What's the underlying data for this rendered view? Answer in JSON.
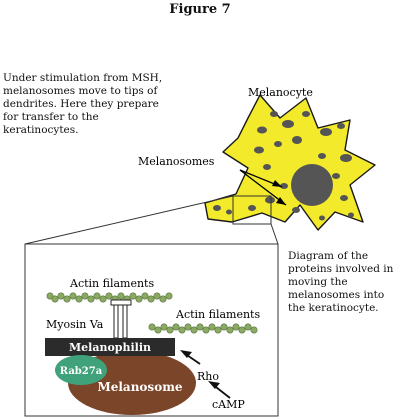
{
  "figure": {
    "title": "Figure 7",
    "intro_text": "Under stimulation from MSH, melanosomes move to tips of dendrites. Here they prepare for transfer to the keratinocytes.",
    "caption": "Diagram of the proteins involved in moving the melanosomes into the keratinocyte."
  },
  "labels": {
    "melanocyte": "Melanocyte",
    "melanosomes": "Melanosomes",
    "actin_left": "Actin filaments",
    "actin_right": "Actin filaments",
    "myosin": "Myosin Va",
    "melanophilin": "Melanophilin",
    "rab27a": "Rab27a",
    "melanosome": "Melanosome",
    "rho": "Rho",
    "camp": "cAMP"
  },
  "colors": {
    "cell_fill": "#f2ea2a",
    "dots": "#555555",
    "actin": "#8aaa62",
    "melanophilin_bar": "#2b2b2b",
    "rab27a": "#3fa27a",
    "melanosome": "#7a4528"
  }
}
